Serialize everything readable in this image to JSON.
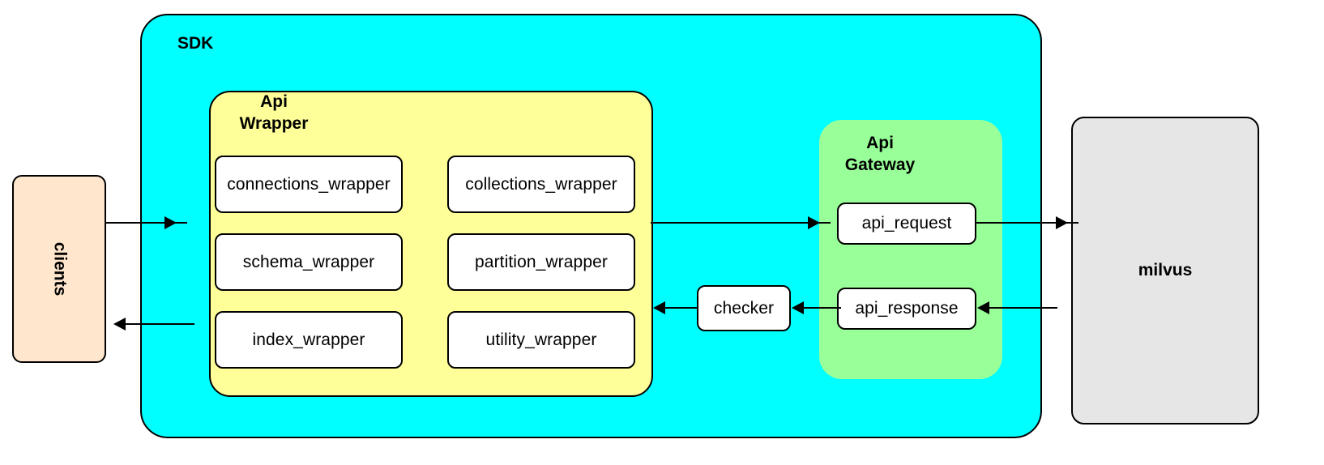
{
  "diagram": {
    "containers": {
      "sdk": {
        "label": "SDK",
        "color": "#00ffff"
      },
      "api_wrapper": {
        "label": "Api\nWrapper",
        "color": "#ffff99"
      },
      "api_gateway": {
        "label": "Api\nGateway",
        "color": "#99ff99"
      }
    },
    "actors": {
      "clients": {
        "label": "clients",
        "color": "#ffe6cc"
      },
      "milvus": {
        "label": "milvus",
        "color": "#e6e6e6"
      }
    },
    "wrapper_nodes": [
      {
        "label": "connections_wrapper"
      },
      {
        "label": "collections_wrapper"
      },
      {
        "label": "schema_wrapper"
      },
      {
        "label": "partition_wrapper"
      },
      {
        "label": "index_wrapper"
      },
      {
        "label": "utility_wrapper"
      }
    ],
    "gateway_nodes": [
      {
        "label": "api_request"
      },
      {
        "label": "api_response"
      }
    ],
    "checker": {
      "label": "checker"
    },
    "connections": [
      {
        "name": "clients-to-api-wrapper",
        "direction": "right"
      },
      {
        "name": "api-wrapper-to-clients",
        "direction": "left"
      },
      {
        "name": "api-wrapper-to-api-gateway",
        "direction": "right"
      },
      {
        "name": "api-request-to-milvus",
        "direction": "right"
      },
      {
        "name": "milvus-to-api-response",
        "direction": "left"
      },
      {
        "name": "api-response-to-checker",
        "direction": "left"
      },
      {
        "name": "checker-to-api-wrapper",
        "direction": "left"
      }
    ]
  }
}
